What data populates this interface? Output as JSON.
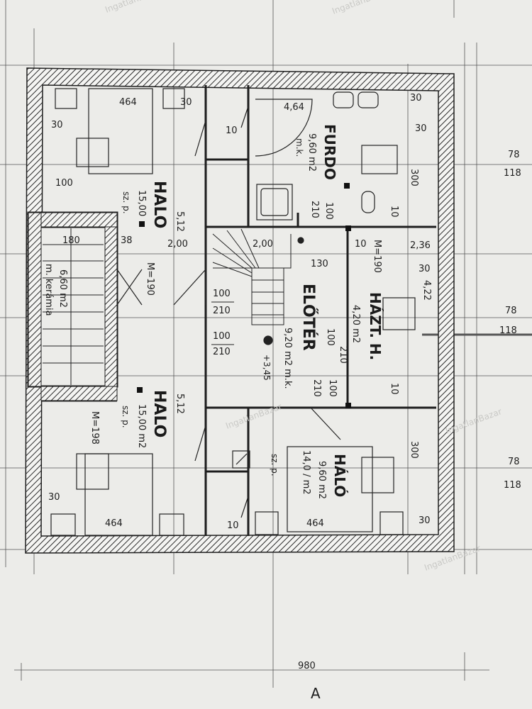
{
  "rooms": {
    "halo_top_left": {
      "name": "HALO",
      "area": "15,00",
      "floor": "sz. p."
    },
    "halo_bottom_left": {
      "name": "HALO",
      "area": "15,00 m2",
      "floor": "sz. p.",
      "height": "M=198"
    },
    "furdo": {
      "name": "FURDO",
      "area": "9,60 m2",
      "floor": "m.k."
    },
    "eloter": {
      "name": "ELŐTÉR",
      "area": "9,20 m2 m.k."
    },
    "hazt": {
      "name": "HÁZT. H.",
      "area": "4,20 m2"
    },
    "halo_bottom_right": {
      "name": "HÁLÓ",
      "area": "9,60 m2",
      "area2": "14,0 / m2",
      "floor": "sz. p."
    },
    "terrace": {
      "area": "6,60 m2",
      "floor": "m. kerámia"
    }
  },
  "dims": {
    "d464_top": "464",
    "d464_furdo": "4,64",
    "d464_bl": "464",
    "d464_br": "464",
    "d30_tl": "30",
    "d30_tl2": "30",
    "d30_tr": "30",
    "d30_tr2": "30",
    "d30_hazt": "30",
    "d30_bl": "30",
    "d30_br": "30",
    "d100_tl": "100",
    "d180": "180",
    "d38": "38",
    "d10_a": "10",
    "d10_b": "10",
    "d10_c": "10",
    "d10_d": "10",
    "d10_e": "10",
    "d512_a": "5,12",
    "d512_b": "5,12",
    "d200_a": "2,00",
    "d200_b": "2,00",
    "dm190_a": "M=190",
    "dm190_b": "M=190",
    "door_100_210_a": "100",
    "door_100_210_a2": "210",
    "door_100_210_b": "100",
    "door_100_210_b2": "210",
    "door_100_210_c": "100",
    "door_100_210_c2": "210",
    "door_100_210_d": "100",
    "door_100_210_d2": "210",
    "door_100_210_e": "100",
    "door_100_210_e2": "210",
    "d300_a": "300",
    "d300_b": "300",
    "d236": "2,36",
    "d130": "130",
    "d422": "4,22",
    "level": "+3,45",
    "d78_a": "78",
    "d118_a": "118",
    "d78_b": "78",
    "d118_b": "118",
    "d78_c": "78",
    "d118_c": "118",
    "total_width": "980",
    "section_mark": "A"
  },
  "watermark": "IngatlanBazar"
}
